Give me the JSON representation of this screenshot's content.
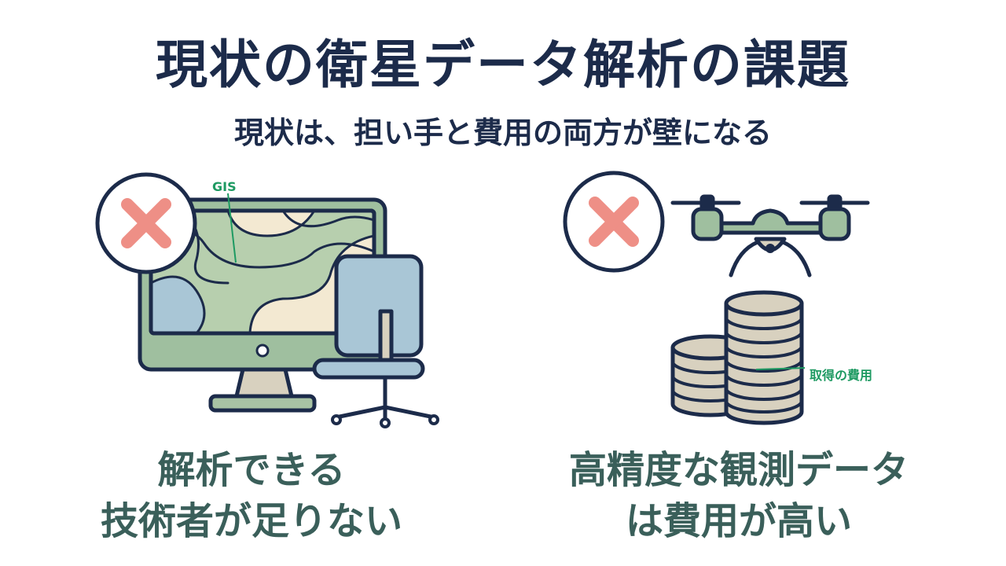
{
  "title": "現状の衛星データ解析の課題",
  "subtitle": "現状は、担い手と費用の両方が壁になる",
  "left_panel": {
    "callout": "GIS",
    "caption_line1": "解析できる",
    "caption_line2": "技術者が足りない"
  },
  "right_panel": {
    "callout": "取得の費用",
    "caption_line1": "高精度な観測データ",
    "caption_line2": "は費用が高い"
  },
  "colors": {
    "navy": "#1c2b4a",
    "teal_text": "#3a5f5a",
    "sage": "#9fbf9f",
    "blue": "#a9c6d6",
    "cream": "#f3e9d2",
    "cross": "#ee8f86",
    "callout_green": "#1e9a62"
  },
  "icons": [
    "x-mark-icon",
    "monitor-map-icon",
    "office-chair-icon",
    "drone-icon",
    "coin-stack-icon"
  ]
}
